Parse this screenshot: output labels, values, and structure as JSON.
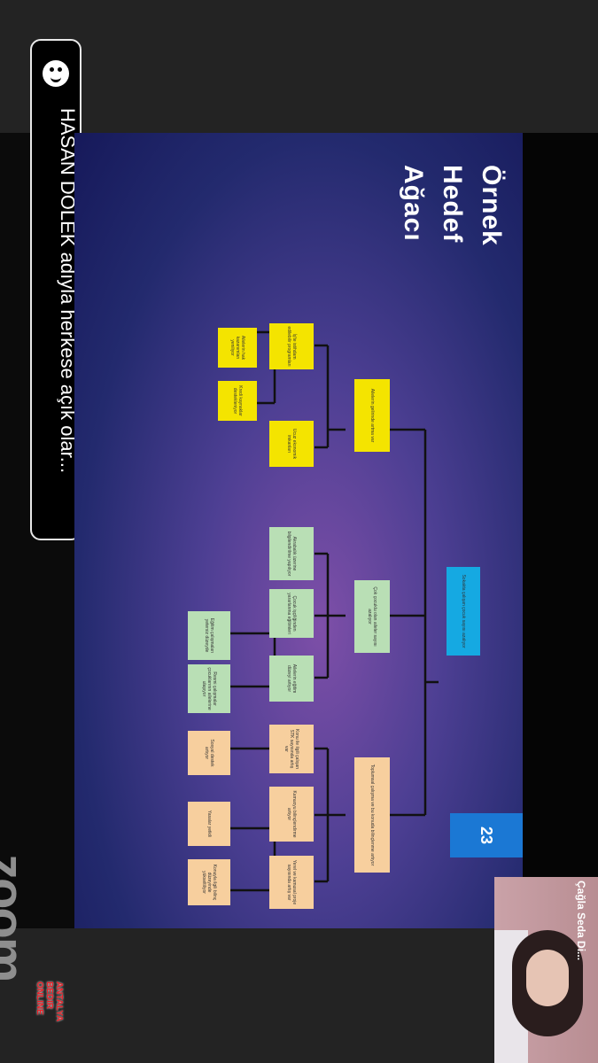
{
  "notification": {
    "icon": "smiley-icon",
    "text": "HASAN DÖLEK adıyla herkese açık olar..."
  },
  "slide": {
    "title_lines": [
      "Örnek",
      "Hedef",
      "Ağacı"
    ],
    "page_number": "23",
    "root": "Sokakta çalışan çocuk sayısı azalıyor",
    "branches": [
      {
        "label": "Ailelerin gelirinde artma var",
        "children": [
          {
            "label": "İş'te istihdam edilebilir programları",
            "children": [
              "Ailelerin hak kazanımları yeniliyor",
              "Kredi kaynaklar destekleniyor"
            ]
          },
          {
            "label": "Ucuz ekonomik imkanları",
            "children": []
          }
        ]
      },
      {
        "label": "Çok çocuklu olan aileler sayısı azalıyor",
        "children": [
          {
            "label": "Akrabalık üzerine bilgilendirilme yapılıyor",
            "children": []
          },
          {
            "label": "Çocuk işçiliğinden yararlanma eğitimleri",
            "children": []
          },
          {
            "label": "Ailelerin eğitim düzeyi artıyor",
            "children": [
              "Eğitim çalışmaları yetersiz düzeyde",
              "Resmi çalışmalar çocuklarının ailelerine ulaşıyor"
            ]
          }
        ]
      },
      {
        "label": "Toplumsal çalışma ve bu konuda bilinçlenme artıyor",
        "children": [
          {
            "label": "Konu ile ilgili çalışan STK sayısında artış var",
            "children": [
              "Sosyal destek artıyor"
            ]
          },
          {
            "label": "Kamuoyu bilinçlendirme artıyor",
            "children": []
          },
          {
            "label": "Yerel ve kamusal proje sayısında artış var",
            "children": [
              "Yasalar yetkili",
              "Konuyla ilgili bilinç düzeyinde yükseltiliyor"
            ]
          }
        ]
      }
    ]
  },
  "watermark": "zoom",
  "channel_logo": [
    "ANTALYA",
    "BEDIR",
    "ONLINE"
  ],
  "participant": {
    "name": "Çağla Seda Di..."
  }
}
